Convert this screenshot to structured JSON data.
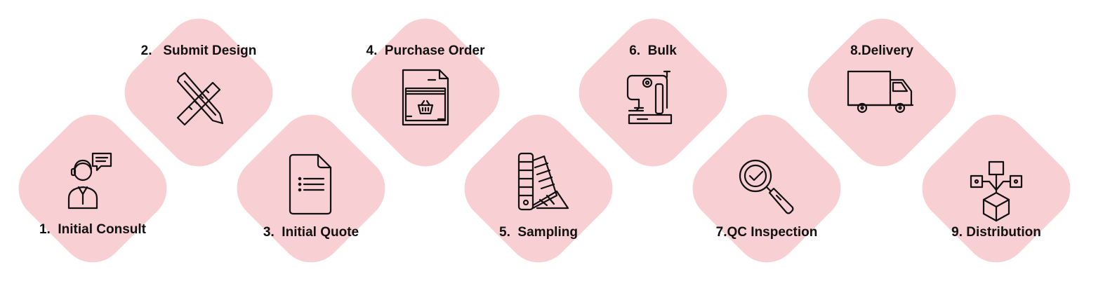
{
  "diagram": {
    "tile_color": "#f8cfd2",
    "text_color": "#111111",
    "steps": [
      {
        "label": "1.  Initial Consult",
        "icon": "consultant-chat-icon"
      },
      {
        "label": "2.   Submit Design",
        "icon": "pencil-ruler-icon"
      },
      {
        "label": "3.  Initial Quote",
        "icon": "document-icon"
      },
      {
        "label": "4.  Purchase Order",
        "icon": "purchase-order-basket-icon"
      },
      {
        "label": "5.  Sampling",
        "icon": "color-swatch-icon"
      },
      {
        "label": "6.  Bulk",
        "icon": "sewing-machine-icon"
      },
      {
        "label": "7.QC Inspection",
        "icon": "magnifier-check-icon"
      },
      {
        "label": "8.Delivery",
        "icon": "delivery-truck-icon"
      },
      {
        "label": "9. Distribution",
        "icon": "distribution-network-icon"
      }
    ]
  }
}
